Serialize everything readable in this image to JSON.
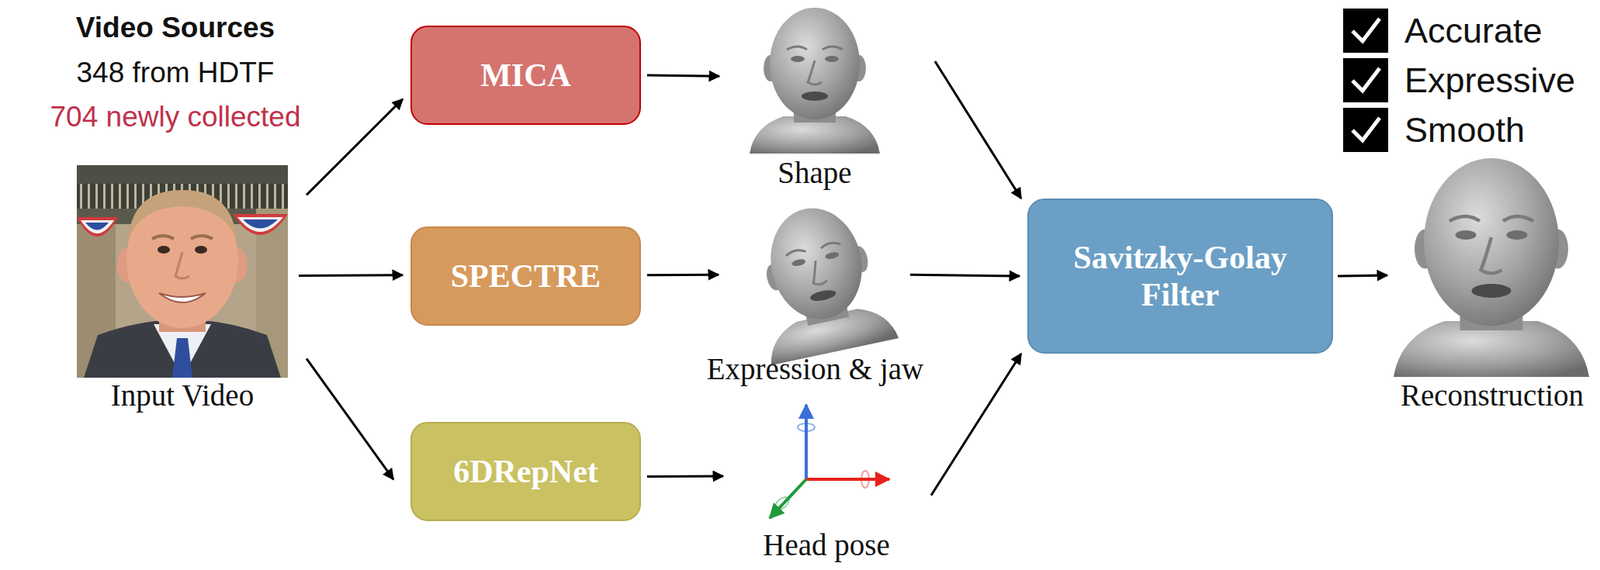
{
  "diagram": {
    "nodes": [
      {
        "text": [
          "Input Video"
        ]
      },
      {
        "text": [
          "MICA"
        ]
      },
      {
        "text": [
          "SPECTRE"
        ]
      },
      {
        "text": [
          "6DRepNet"
        ]
      },
      {
        "text": [
          "Shape"
        ]
      },
      {
        "text": [
          "Expression & jaw"
        ]
      },
      {
        "text": [
          "Head pose"
        ]
      },
      {
        "text": [
          "Savitzky-Golay Filter"
        ]
      },
      {
        "text": [
          "Reconstruction"
        ]
      }
    ],
    "edges": [
      {
        "from": 0,
        "to": 1,
        "arrow": "to"
      },
      {
        "from": 0,
        "to": 2,
        "arrow": "to"
      },
      {
        "from": 0,
        "to": 3,
        "arrow": "to"
      },
      {
        "from": 1,
        "to": 4,
        "arrow": "to"
      },
      {
        "from": 2,
        "to": 5,
        "arrow": "to"
      },
      {
        "from": 3,
        "to": 6,
        "arrow": "to"
      },
      {
        "from": 4,
        "to": 7,
        "arrow": "to"
      },
      {
        "from": 5,
        "to": 7,
        "arrow": "to"
      },
      {
        "from": 6,
        "to": 7,
        "arrow": "to"
      },
      {
        "from": 7,
        "to": 8,
        "arrow": "to"
      }
    ],
    "labels": [
      "Video Sources",
      "348 from HDTF",
      "704 newly collected",
      "Accurate",
      "Expressive",
      "Smooth"
    ]
  }
}
